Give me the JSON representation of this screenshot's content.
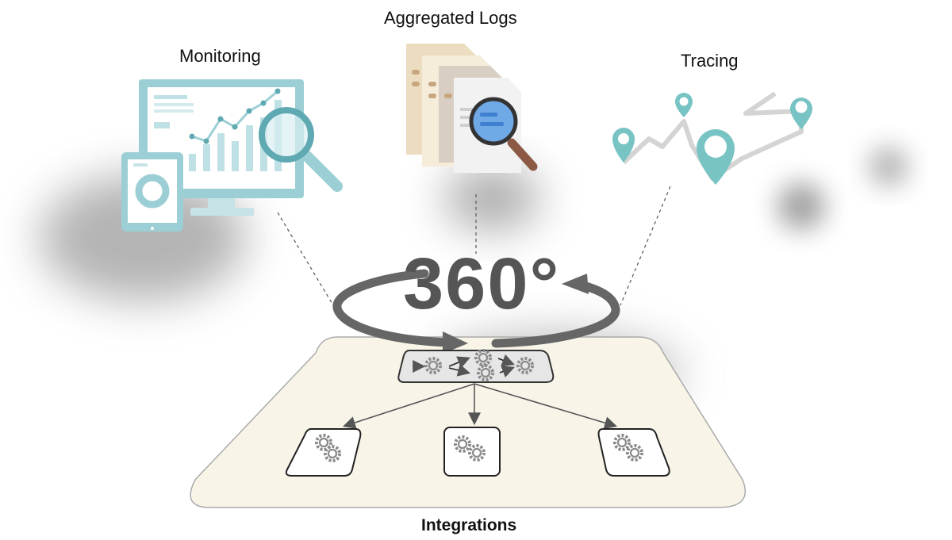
{
  "labels": {
    "monitoring": "Monitoring",
    "aggregated_logs": "Aggregated Logs",
    "tracing": "Tracing",
    "degrees": "360°",
    "integrations": "Integrations"
  },
  "colors": {
    "teal": "#9ccfd5",
    "teal_dark": "#5fa9b3",
    "platform_fill": "#f8f5e8",
    "arrow_gray": "#666666",
    "paper_tan": "#ecdcc0"
  },
  "icons": [
    "monitor-dashboard-icon",
    "tablet-chart-icon",
    "magnifier-icon",
    "documents-icon",
    "map-pin-icon",
    "gear-icon"
  ]
}
